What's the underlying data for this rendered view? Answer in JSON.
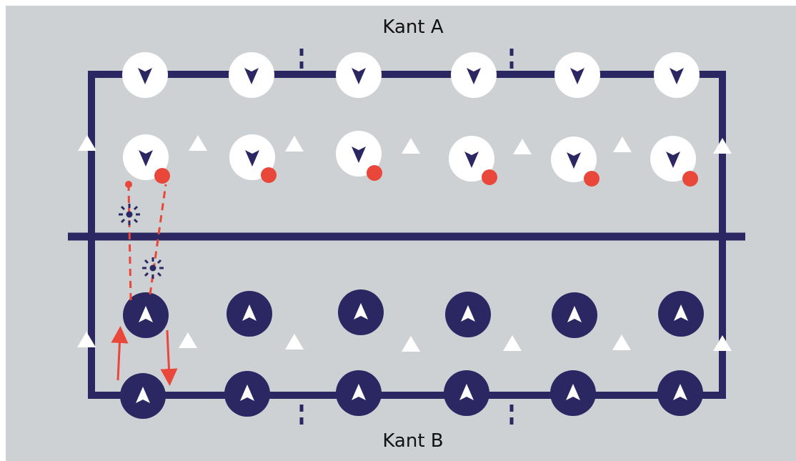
{
  "labels": {
    "top": "Kant A",
    "bottom": "Kant B"
  },
  "colors": {
    "background": "#cdd1d4",
    "navy": "#2a2762",
    "white": "#ffffff",
    "red": "#e8473a"
  },
  "legend_icons": [
    "white-player-icon",
    "navy-player-icon",
    "cone-icon",
    "ball-icon",
    "run-arrow-icon",
    "pass-line-icon",
    "burst-marker-icon"
  ],
  "players": {
    "team_a_count": 12,
    "team_b_count": 12,
    "balls_count": 6,
    "cones_count": 14
  }
}
